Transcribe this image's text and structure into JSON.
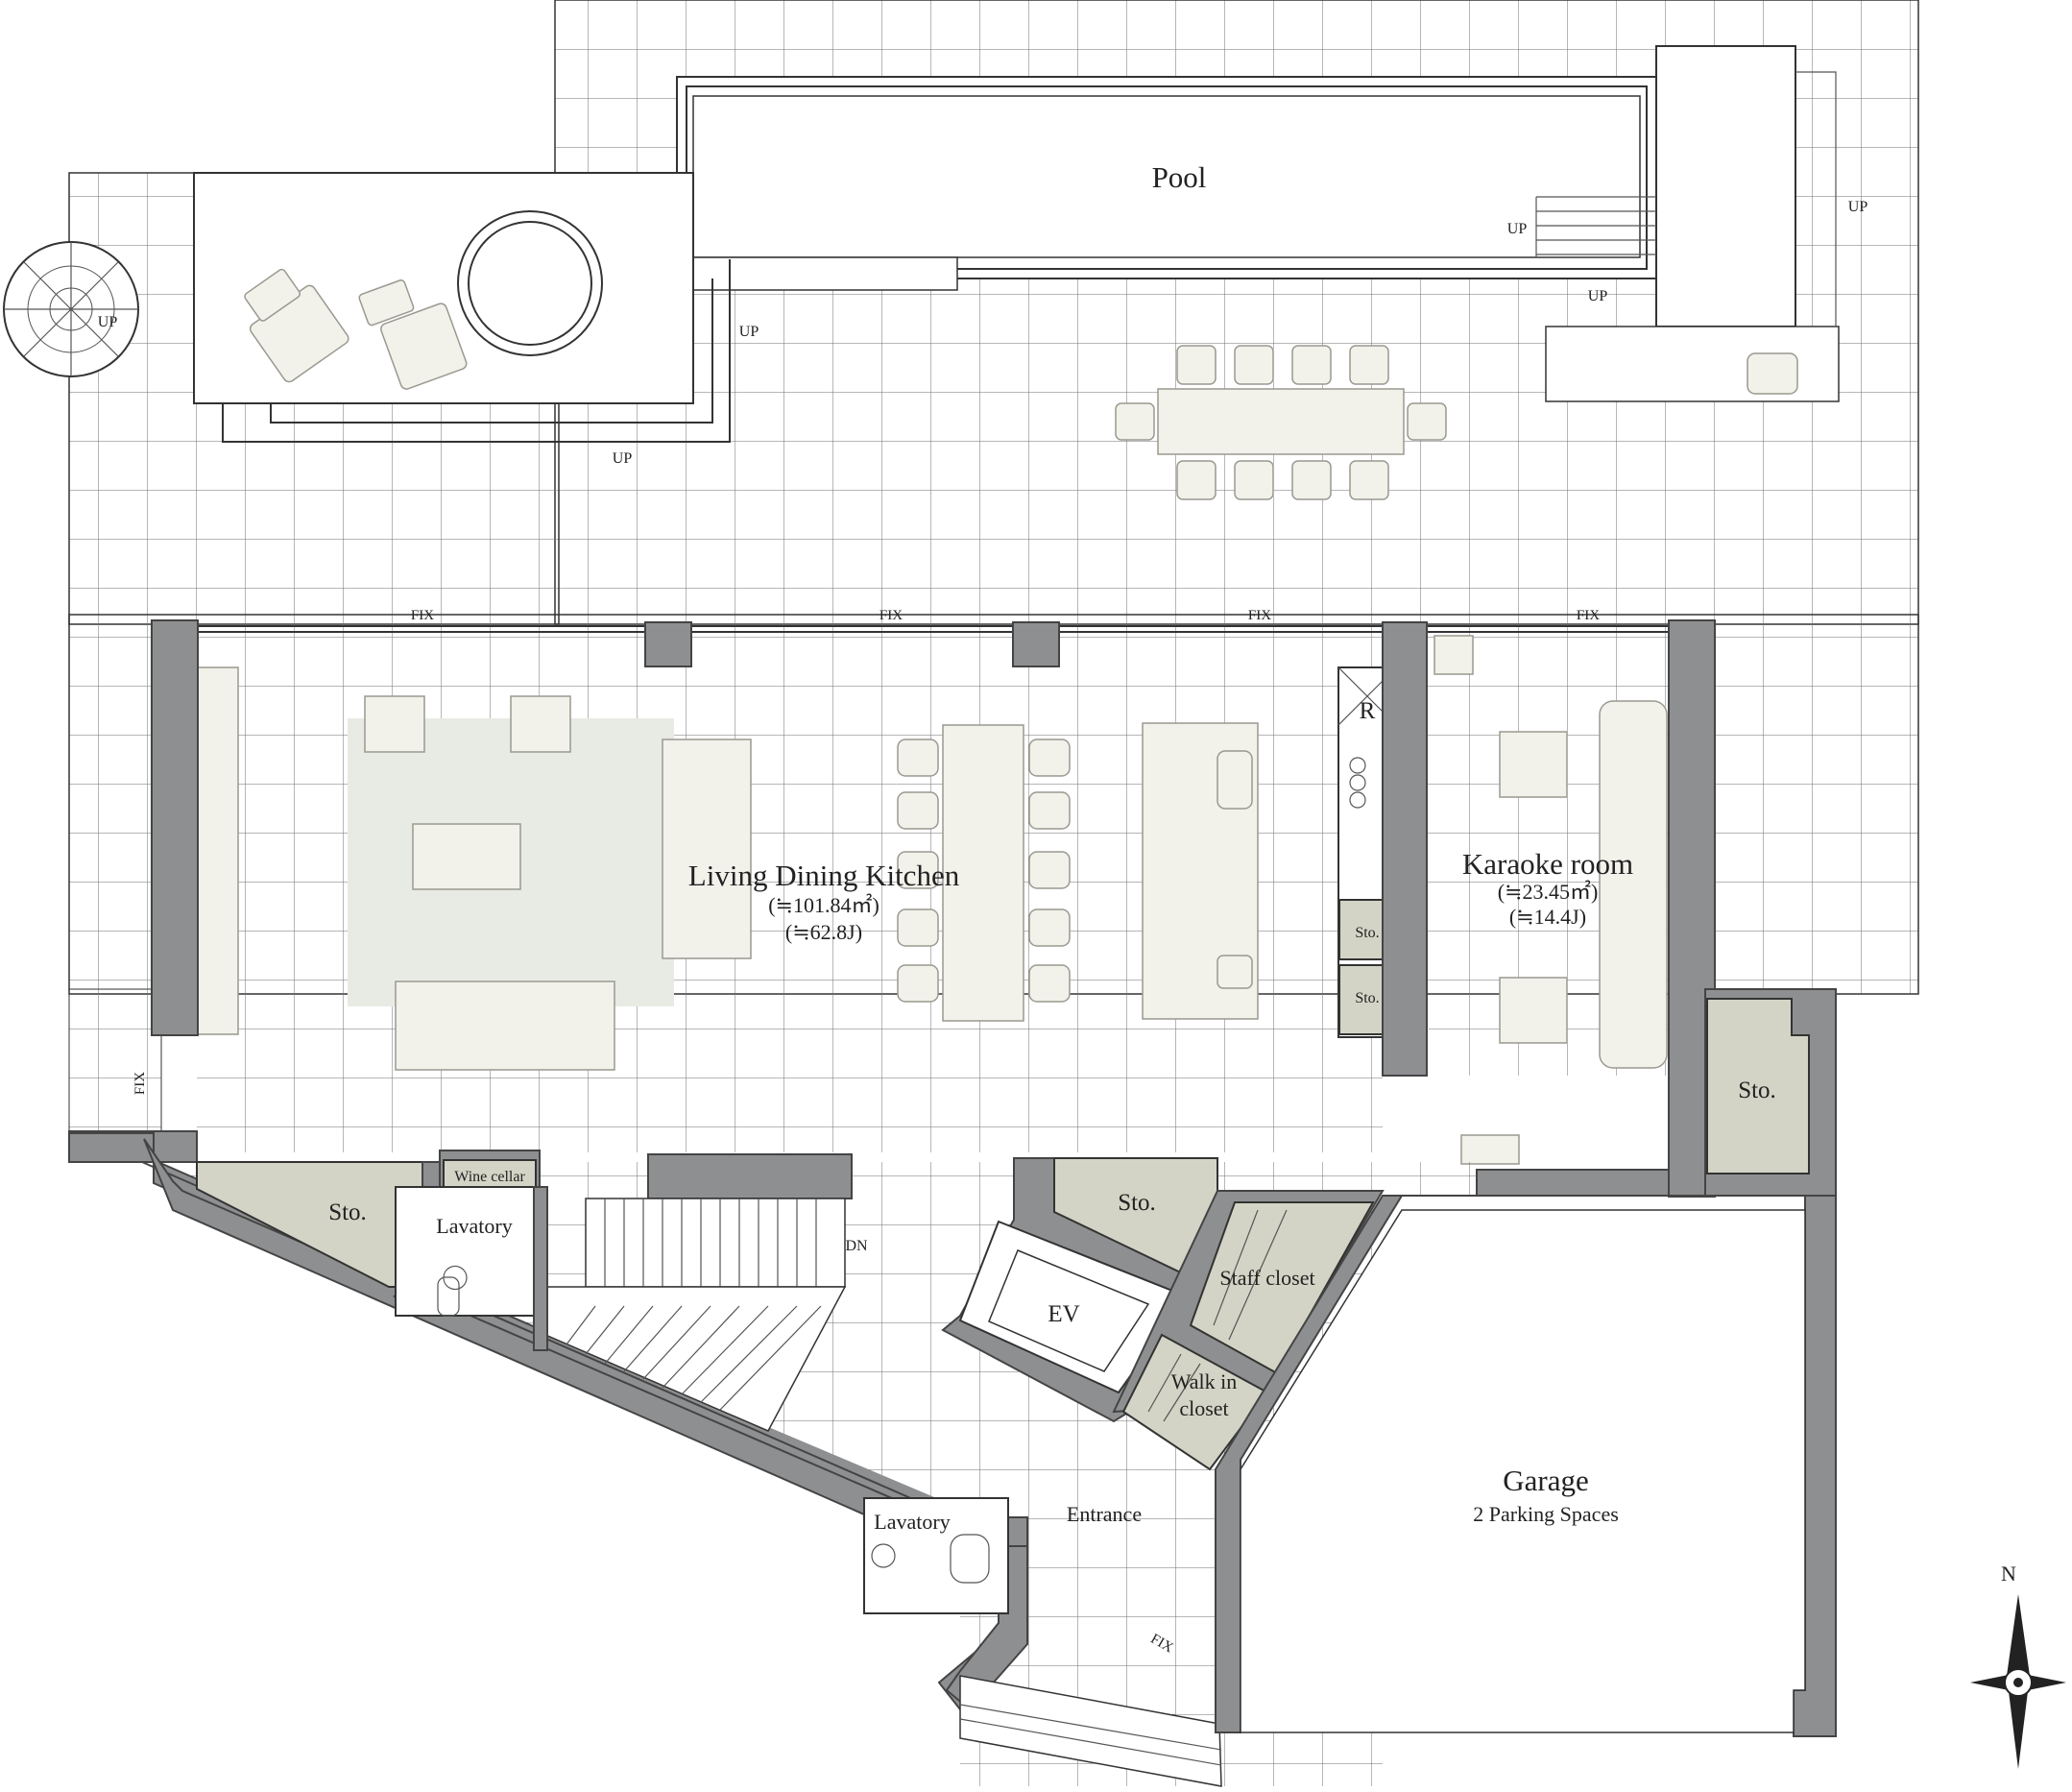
{
  "rooms": {
    "pool": "Pool",
    "ldk": "Living Dining Kitchen",
    "ldk_area_m2": "(≒101.84㎡)",
    "ldk_area_j": "(≒62.8J)",
    "karaoke": "Karaoke room",
    "karaoke_area_m2": "(≒23.45㎡)",
    "karaoke_area_j": "(≒14.4J)",
    "wine_cellar": "Wine cellar",
    "lavatory_upper": "Lavatory",
    "lavatory_lower": "Lavatory",
    "ev": "EV",
    "staff_closet": "Staff closet",
    "walk_in_1": "Walk in",
    "walk_in_2": "closet",
    "entrance": "Entrance",
    "garage": "Garage",
    "garage_sub": "2 Parking Spaces",
    "sto": "Sto.",
    "fridge": "R"
  },
  "markers": {
    "up": "UP",
    "dn": "DN",
    "fix": "FIX",
    "north": "N"
  },
  "colors": {
    "wall": "#8e8f91",
    "storage": "#d3d4c5",
    "furniture": "#f2f1ea",
    "rug": "#e8ebe3"
  }
}
